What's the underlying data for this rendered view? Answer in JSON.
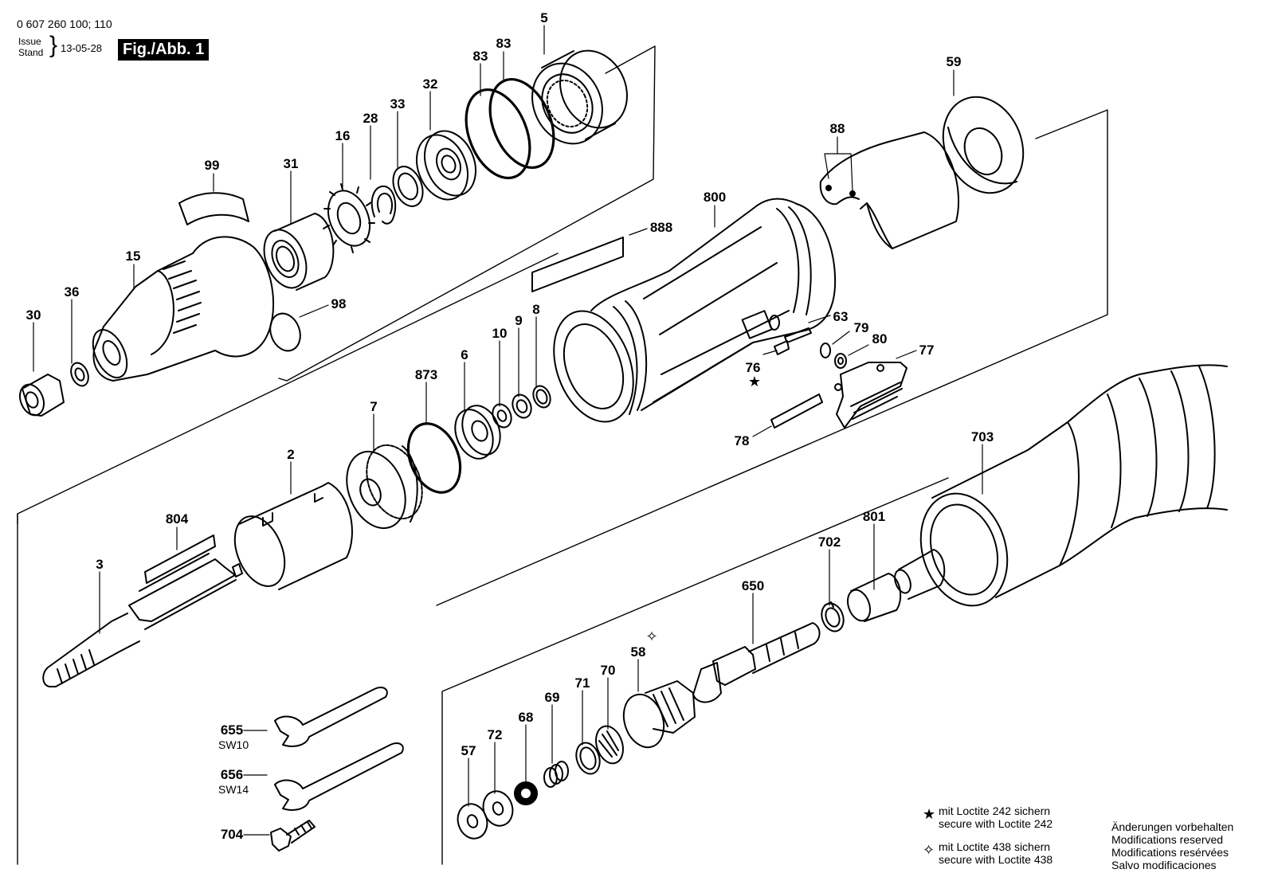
{
  "header": {
    "doc_number": "0 607 260 100; 110",
    "issue_label": "Issue",
    "stand_label": "Stand",
    "date": "13-05-28",
    "figure_label": "Fig./Abb. 1"
  },
  "callouts": {
    "n5": "5",
    "n83a": "83",
    "n83b": "83",
    "n32": "32",
    "n33": "33",
    "n28": "28",
    "n16": "16",
    "n31": "31",
    "n99": "99",
    "n15": "15",
    "n36": "36",
    "n30": "30",
    "n98": "98",
    "n59": "59",
    "n88": "88",
    "n800": "800",
    "n888": "888",
    "n63": "63",
    "n79": "79",
    "n80": "80",
    "n77": "77",
    "n76": "76",
    "n78": "78",
    "n8": "8",
    "n9": "9",
    "n10": "10",
    "n6": "6",
    "n873": "873",
    "n7": "7",
    "n2": "2",
    "n804": "804",
    "n3": "3",
    "n703": "703",
    "n801": "801",
    "n702": "702",
    "n650": "650",
    "n58": "58",
    "n70": "70",
    "n71": "71",
    "n69": "69",
    "n68": "68",
    "n72": "72",
    "n57": "57",
    "n655": "655",
    "n656": "656",
    "n704": "704"
  },
  "tools": {
    "sw10": "SW10",
    "sw14": "SW14"
  },
  "legend": {
    "loctite242_de": "mit Loctite 242 sichern",
    "loctite242_en": "secure with Loctite 242",
    "loctite438_de": "mit Loctite 438 sichern",
    "loctite438_en": "secure with Loctite 438",
    "symbol_filled": "★",
    "symbol_outline": "✧"
  },
  "rights": {
    "de": "Änderungen vorbehalten",
    "en": "Modifications reserved",
    "fr": "Modifications resérvées",
    "es": "Salvo modificaciones"
  }
}
